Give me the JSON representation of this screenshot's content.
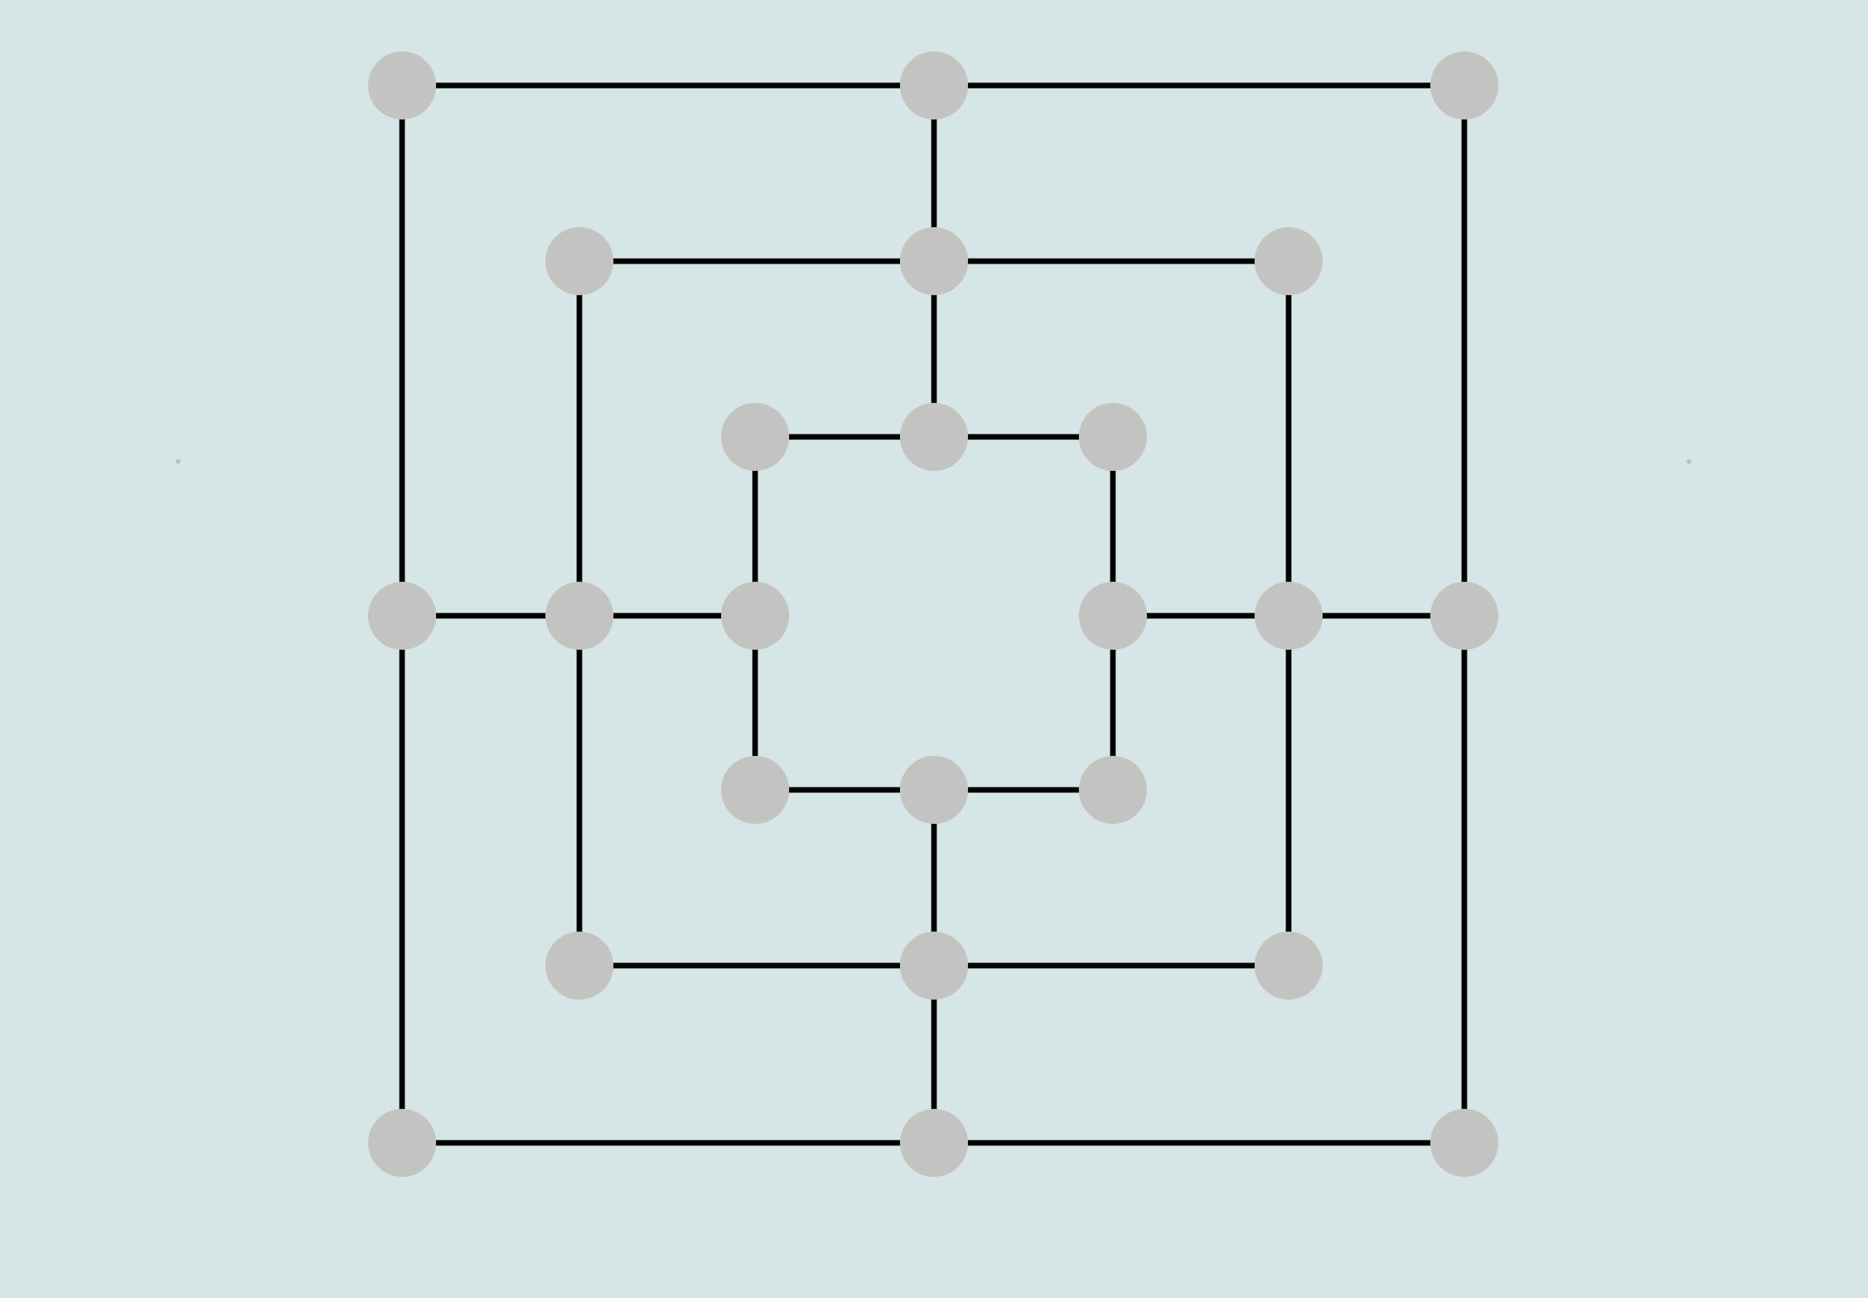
{
  "game": "nine-mens-morris",
  "colors": {
    "background": "#d6e5e5",
    "line": "#000000",
    "empty_point": "#c3c4c1",
    "corner_dot": "#b7c2c2"
  },
  "board": {
    "rings": [
      "outer",
      "middle",
      "inner"
    ],
    "points": [
      {
        "id": "a7",
        "ring": "outer",
        "state": "empty"
      },
      {
        "id": "d7",
        "ring": "outer",
        "state": "empty"
      },
      {
        "id": "g7",
        "ring": "outer",
        "state": "empty"
      },
      {
        "id": "b6",
        "ring": "middle",
        "state": "empty"
      },
      {
        "id": "d6",
        "ring": "middle",
        "state": "empty"
      },
      {
        "id": "f6",
        "ring": "middle",
        "state": "empty"
      },
      {
        "id": "c5",
        "ring": "inner",
        "state": "empty"
      },
      {
        "id": "d5",
        "ring": "inner",
        "state": "empty"
      },
      {
        "id": "e5",
        "ring": "inner",
        "state": "empty"
      },
      {
        "id": "a4",
        "ring": "outer",
        "state": "empty"
      },
      {
        "id": "b4",
        "ring": "middle",
        "state": "empty"
      },
      {
        "id": "c4",
        "ring": "inner",
        "state": "empty"
      },
      {
        "id": "e4",
        "ring": "inner",
        "state": "empty"
      },
      {
        "id": "f4",
        "ring": "middle",
        "state": "empty"
      },
      {
        "id": "g4",
        "ring": "outer",
        "state": "empty"
      },
      {
        "id": "c3",
        "ring": "inner",
        "state": "empty"
      },
      {
        "id": "d3",
        "ring": "inner",
        "state": "empty"
      },
      {
        "id": "e3",
        "ring": "inner",
        "state": "empty"
      },
      {
        "id": "b2",
        "ring": "middle",
        "state": "empty"
      },
      {
        "id": "d2",
        "ring": "middle",
        "state": "empty"
      },
      {
        "id": "f2",
        "ring": "middle",
        "state": "empty"
      },
      {
        "id": "a1",
        "ring": "outer",
        "state": "empty"
      },
      {
        "id": "d1",
        "ring": "outer",
        "state": "empty"
      },
      {
        "id": "g1",
        "ring": "outer",
        "state": "empty"
      }
    ]
  }
}
